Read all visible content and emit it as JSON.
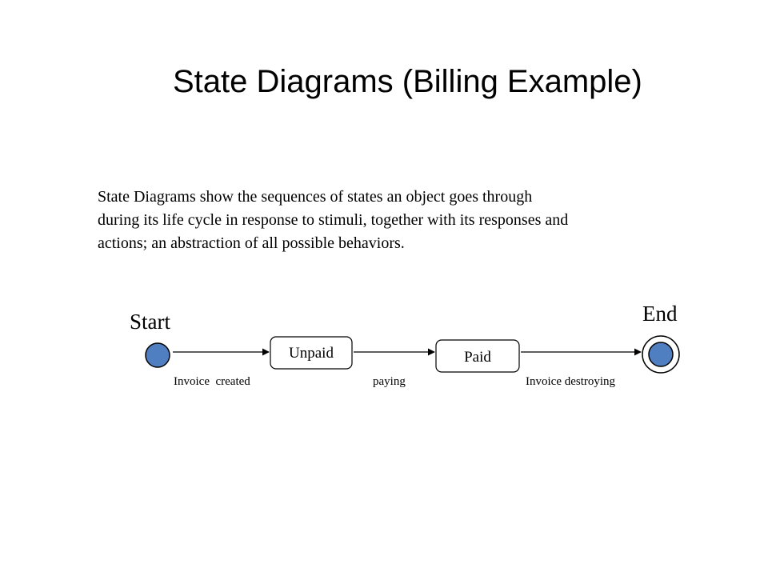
{
  "slide": {
    "title": "State Diagrams (Billing Example)",
    "description_lines": [
      "State Diagrams show the sequences of states an object goes through",
      "during its life cycle in response to stimuli, together with its responses and",
      "actions; an abstraction of all possible behaviors."
    ]
  },
  "diagram": {
    "start_label": "Start",
    "end_label": "End",
    "states": [
      {
        "label": "Unpaid"
      },
      {
        "label": "Paid"
      }
    ],
    "transitions": [
      {
        "label": "Invoice  created"
      },
      {
        "label": "paying"
      },
      {
        "label": "Invoice destroying"
      }
    ],
    "colors": {
      "node_fill": "#4f7fc0",
      "outline": "#000000",
      "state_fill": "#ffffff"
    }
  }
}
